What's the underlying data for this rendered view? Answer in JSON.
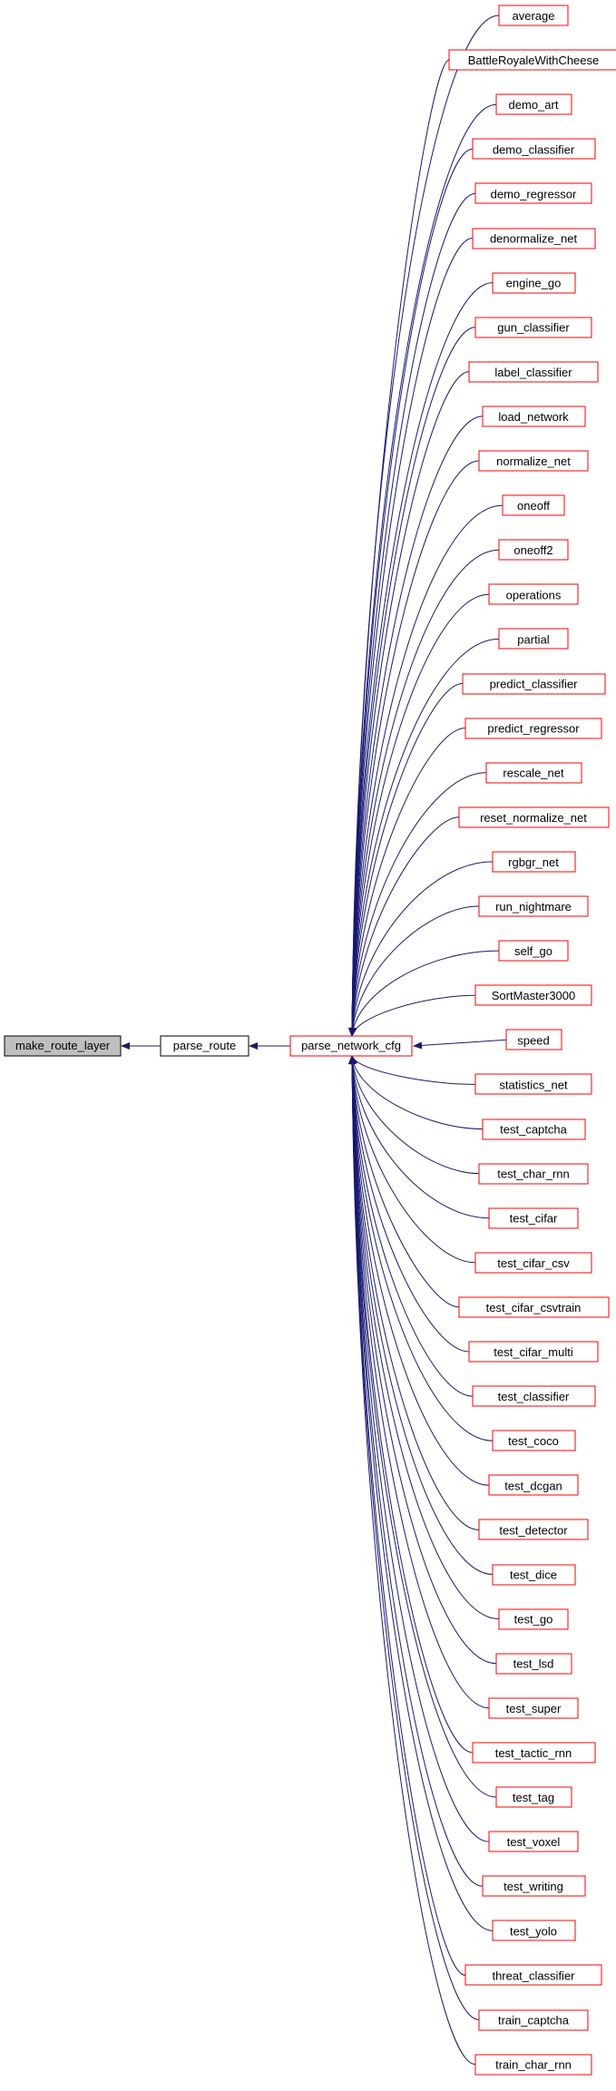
{
  "graph": {
    "focus": "make_route_layer",
    "caller": "parse_route",
    "hub": "parse_network_cfg",
    "callers": [
      "average",
      "BattleRoyaleWithCheese",
      "demo_art",
      "demo_classifier",
      "demo_regressor",
      "denormalize_net",
      "engine_go",
      "gun_classifier",
      "label_classifier",
      "load_network",
      "normalize_net",
      "oneoff",
      "oneoff2",
      "operations",
      "partial",
      "predict_classifier",
      "predict_regressor",
      "rescale_net",
      "reset_normalize_net",
      "rgbgr_net",
      "run_nightmare",
      "self_go",
      "SortMaster3000",
      "speed",
      "statistics_net",
      "test_captcha",
      "test_char_rnn",
      "test_cifar",
      "test_cifar_csv",
      "test_cifar_csvtrain",
      "test_cifar_multi",
      "test_classifier",
      "test_coco",
      "test_dcgan",
      "test_detector",
      "test_dice",
      "test_go",
      "test_lsd",
      "test_super",
      "test_tactic_rnn",
      "test_tag",
      "test_voxel",
      "test_writing",
      "test_yolo",
      "threat_classifier",
      "train_captcha",
      "train_char_rnn"
    ]
  },
  "colors": {
    "edge": "#191970",
    "focus_fill": "#bfbfbf",
    "focus_border": "#000000",
    "link_border": "#ff0000",
    "plain_border": "#000000"
  }
}
